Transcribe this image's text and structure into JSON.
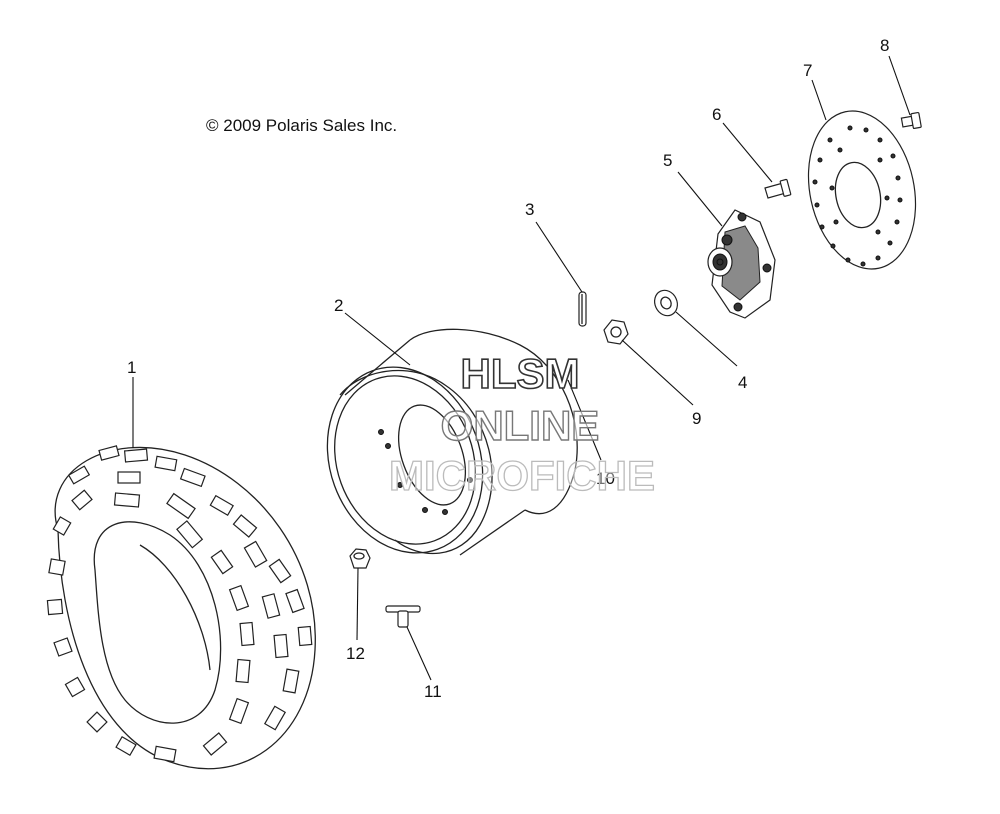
{
  "copyright": "© 2009 Polaris Sales Inc.",
  "watermark": {
    "line1": "HLSM",
    "line2": "ONLINE",
    "line3": "MICROFICHE"
  },
  "callouts": [
    {
      "id": "1",
      "text": "1"
    },
    {
      "id": "2",
      "text": "2"
    },
    {
      "id": "3",
      "text": "3"
    },
    {
      "id": "4",
      "text": "4"
    },
    {
      "id": "5",
      "text": "5"
    },
    {
      "id": "6",
      "text": "6"
    },
    {
      "id": "7",
      "text": "7"
    },
    {
      "id": "8",
      "text": "8"
    },
    {
      "id": "9",
      "text": "9"
    },
    {
      "id": "10",
      "text": "10"
    },
    {
      "id": "11",
      "text": "11"
    },
    {
      "id": "12",
      "text": "12"
    }
  ]
}
